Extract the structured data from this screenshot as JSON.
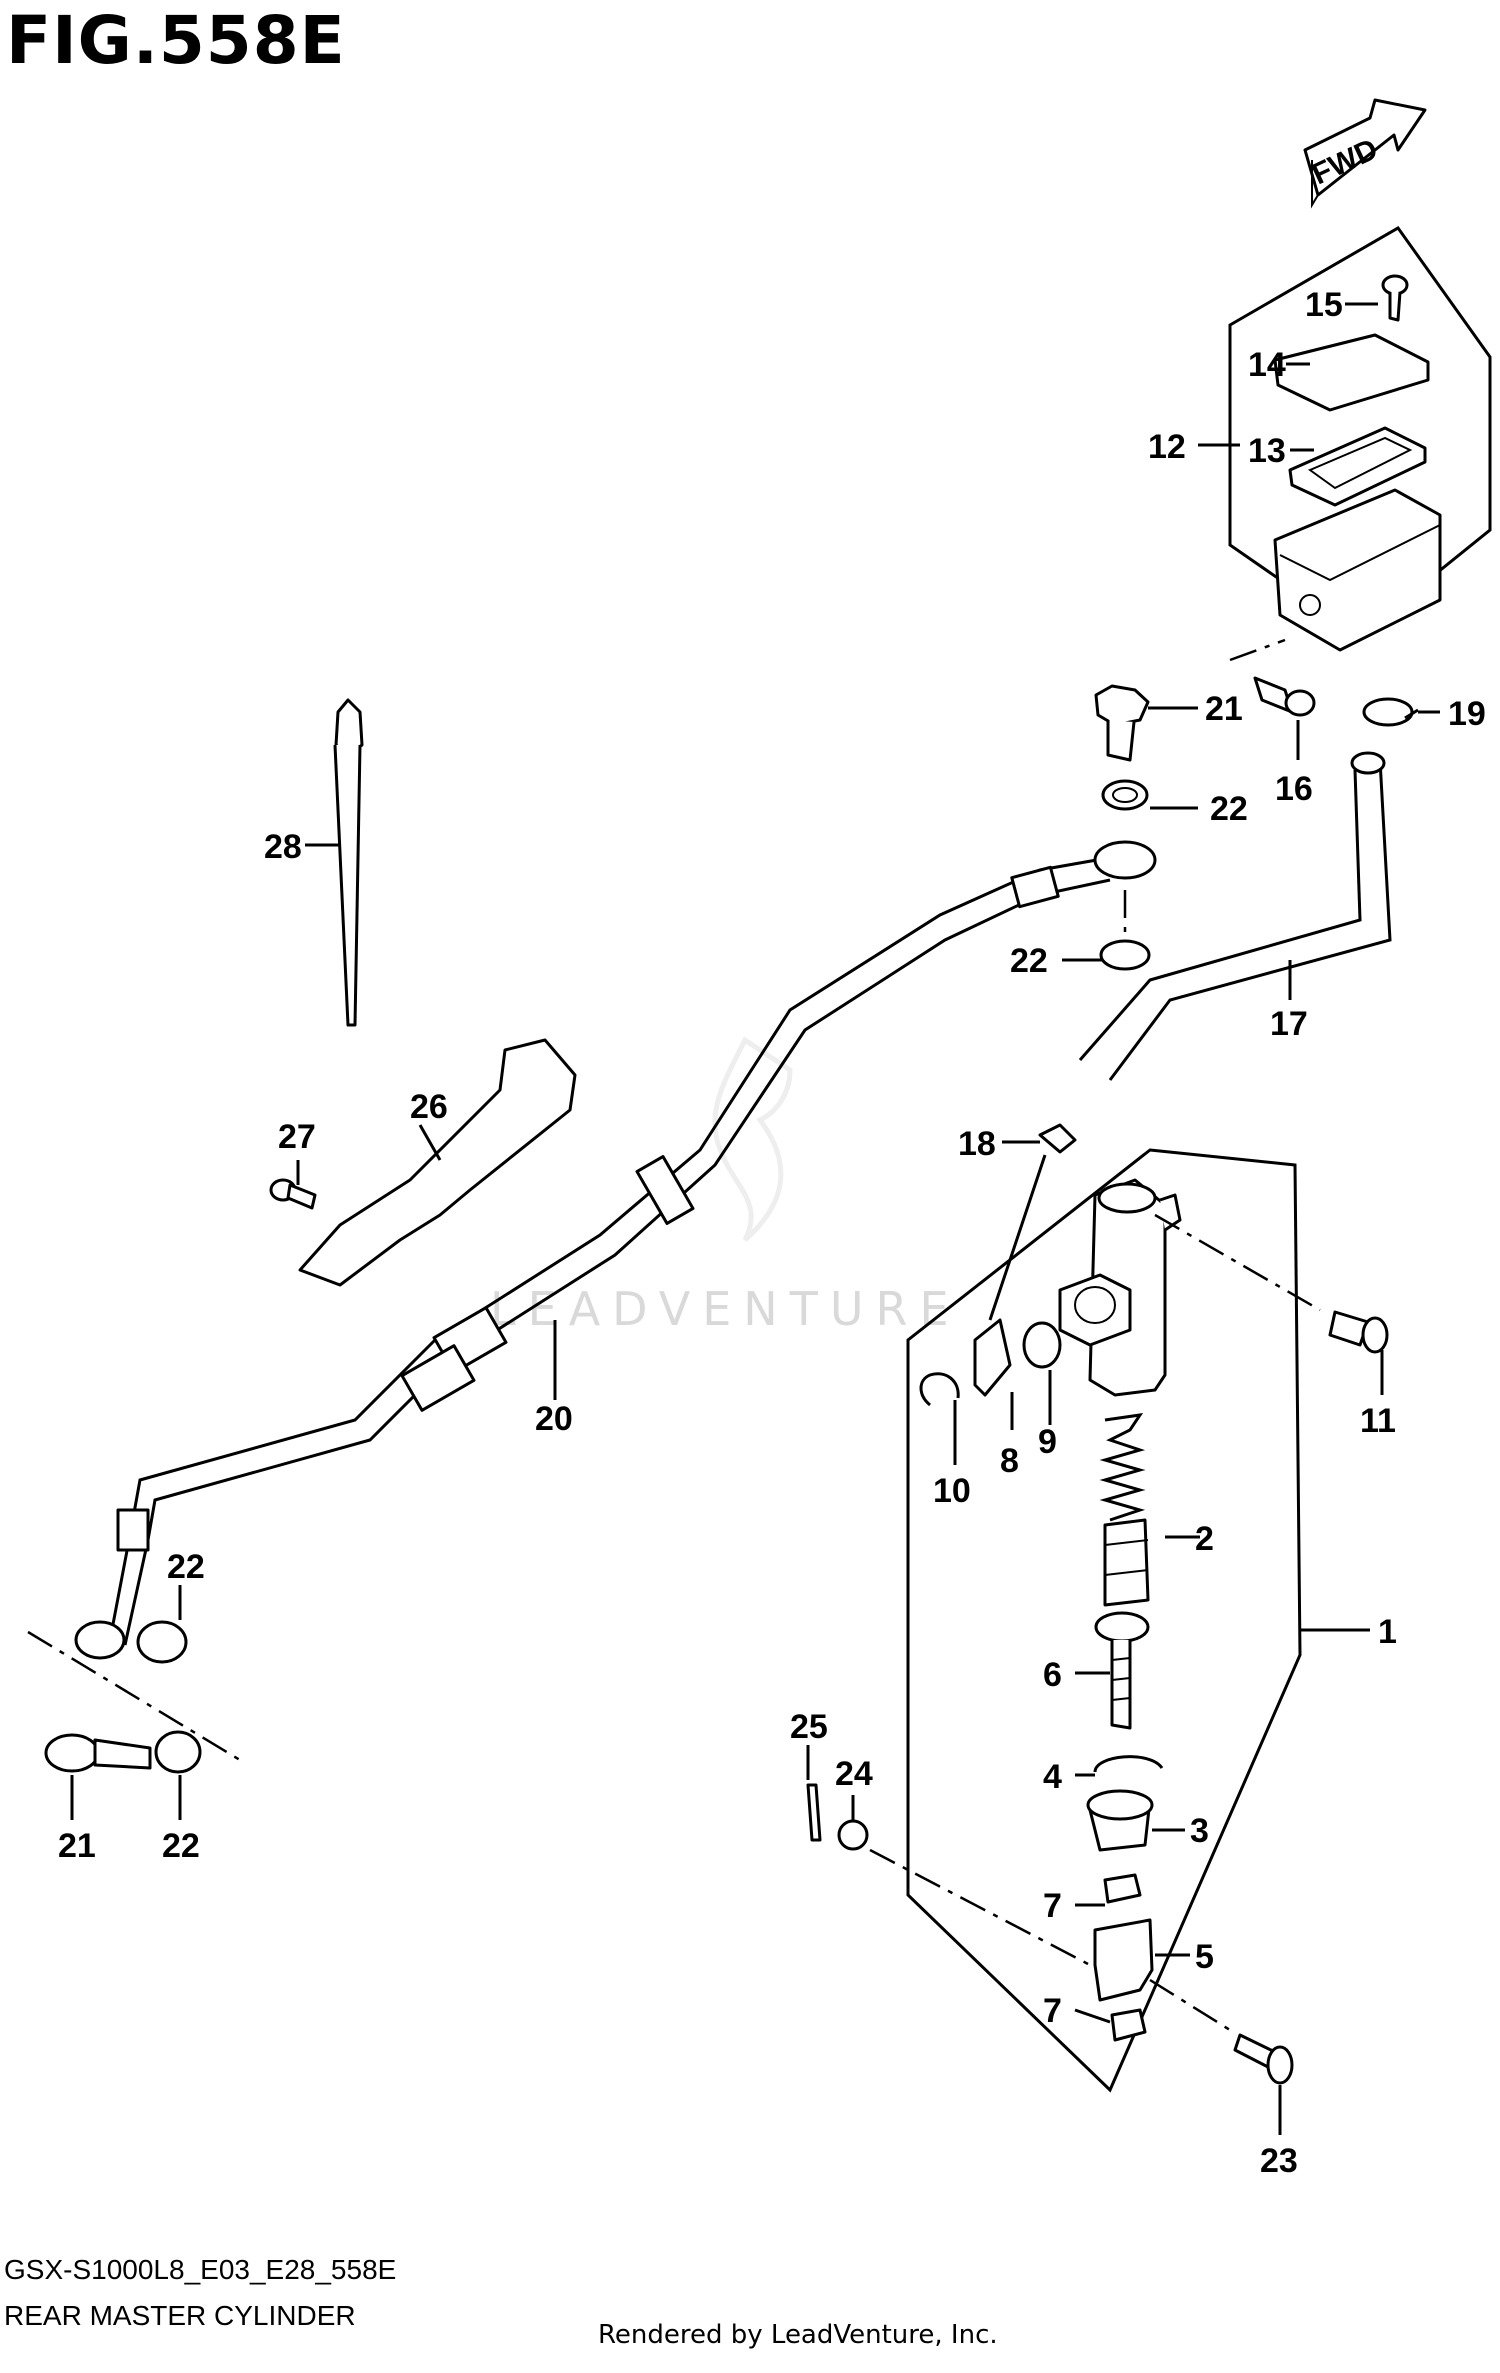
{
  "figure": {
    "title": "FIG.558E",
    "model_code": "GSX-S1000L8_E03_E28_558E",
    "name": "REAR MASTER CYLINDER",
    "rendered_by": "Rendered by LeadVenture, Inc.",
    "watermark": "LEADVENTURE",
    "direction_badge": "FWD"
  },
  "callouts": [
    "1",
    "2",
    "3",
    "4",
    "5",
    "6",
    "7",
    "8",
    "9",
    "10",
    "11",
    "12",
    "13",
    "14",
    "15",
    "16",
    "17",
    "18",
    "19",
    "20",
    "21",
    "22",
    "23",
    "24",
    "25",
    "26",
    "27",
    "28"
  ],
  "callout_labels": {
    "c1": "1",
    "c2": "2",
    "c3": "3",
    "c4": "4",
    "c5": "5",
    "c6": "6",
    "c7a": "7",
    "c7b": "7",
    "c8": "8",
    "c9": "9",
    "c10": "10",
    "c11": "11",
    "c12": "12",
    "c13": "13",
    "c14": "14",
    "c15": "15",
    "c16": "16",
    "c17": "17",
    "c18": "18",
    "c19": "19",
    "c20": "20",
    "c21a": "21",
    "c21b": "21",
    "c22a": "22",
    "c22b": "22",
    "c22c": "22",
    "c22d": "22",
    "c23": "23",
    "c24": "24",
    "c25": "25",
    "c26": "26",
    "c27": "27",
    "c28": "28"
  }
}
